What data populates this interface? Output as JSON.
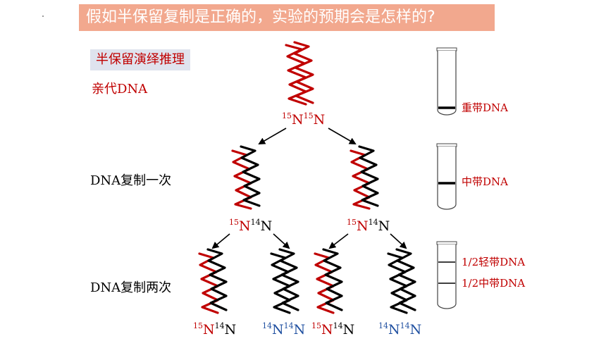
{
  "title": "假如半保留复制是正确的，实验的预期会是怎样的?",
  "section_label": "半保留演绎推理",
  "rows": {
    "parent": "亲代DNA",
    "gen1": "DNA复制一次",
    "gen2": "DNA复制两次"
  },
  "isotopes": {
    "parent": {
      "m1": "15",
      "e1": "N",
      "m2": "15",
      "e2": "N"
    },
    "gen1_left": {
      "m1": "15",
      "e1": "N",
      "m2": "14",
      "e2": "N"
    },
    "gen1_right": {
      "m1": "15",
      "e1": "N",
      "m2": "14",
      "e2": "N"
    },
    "gen2_a": {
      "m1": "15",
      "e1": "N",
      "m2": "14",
      "e2": "N"
    },
    "gen2_b": {
      "m1": "14",
      "e1": "N",
      "m2": "14",
      "e2": "N"
    },
    "gen2_c": {
      "m1": "15",
      "e1": "N",
      "m2": "14",
      "e2": "N"
    },
    "gen2_d": {
      "m1": "14",
      "e1": "N",
      "m2": "14",
      "e2": "N"
    }
  },
  "tube_labels": {
    "heavy": "重带DNA",
    "middle": "中带DNA",
    "light_half": "1/2轻带DNA",
    "middle_half": "1/2中带DNA"
  },
  "colors": {
    "heavy_strand": "#c00000",
    "light_strand": "#000000",
    "light_label": "#1f4fa0",
    "title_bg": "#f2a88e",
    "label_box_bg": "#dfe3ee"
  }
}
